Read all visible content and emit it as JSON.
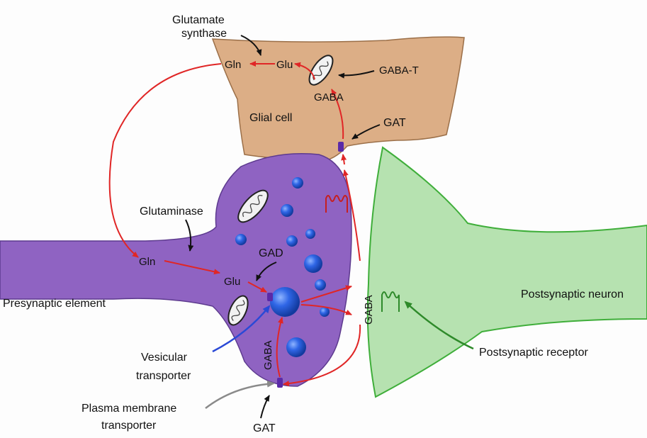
{
  "diagram": {
    "labels": {
      "glutamate_synthase_line1": "Glutamate",
      "glutamate_synthase_line2": "synthase",
      "gln_glia": "Gln",
      "glu_glia": "Glu",
      "gaba_t": "GABA-T",
      "gaba_glia": "GABA",
      "glial_cell": "Glial cell",
      "gat_glia": "GAT",
      "glutaminase": "Glutaminase",
      "gad": "GAD",
      "gln_pre": "Gln",
      "glu_pre": "Glu",
      "presynaptic_element": "Presynaptic element",
      "gaba_cleft_vertical": "GABA",
      "gaba_pre_vertical": "GABA",
      "postsynaptic_neuron": "Postsynaptic neuron",
      "postsynaptic_receptor": "Postsynaptic receptor",
      "vesicular_transporter_line1": "Vesicular",
      "vesicular_transporter_line2": "transporter",
      "plasma_membrane_transporter_line1": "Plasma membrane",
      "plasma_membrane_transporter_line2": "transporter",
      "gat_bottom": "GAT"
    },
    "colors": {
      "glial_fill": "#dcae86",
      "glial_stroke": "#9b6f48",
      "presynaptic_fill": "#8f63c2",
      "presynaptic_stroke": "#5d3a8e",
      "postsynaptic_fill": "#b6e2b0",
      "postsynaptic_stroke": "#3fae3a",
      "pathway_arrow": "#e02626",
      "vesicle": "#1f55d8",
      "vesicular_arrow": "#2a49d6",
      "plasma_arrow": "#8a8a8a"
    }
  }
}
